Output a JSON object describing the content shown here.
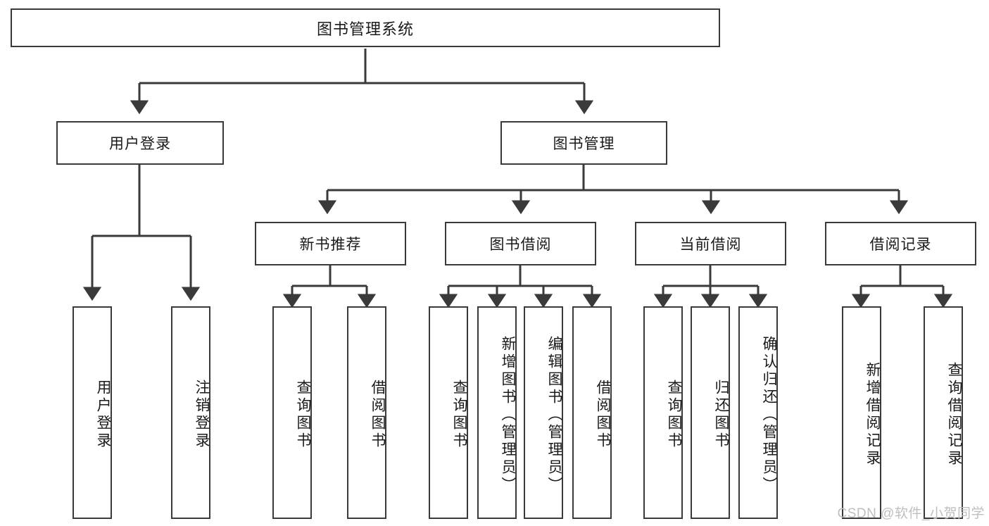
{
  "diagram": {
    "type": "tree",
    "title": "图书管理系统",
    "root": {
      "label": "图书管理系统"
    },
    "level2": [
      {
        "label": "用户登录"
      },
      {
        "label": "图书管理"
      }
    ],
    "level3": [
      {
        "label": "新书推荐"
      },
      {
        "label": "图书借阅"
      },
      {
        "label": "当前借阅"
      },
      {
        "label": "借阅记录"
      }
    ],
    "leaves": {
      "user_login": [
        {
          "label": "用户登录"
        },
        {
          "label": "注销登录"
        }
      ],
      "new_book_recommend": [
        {
          "label": "查询图书"
        },
        {
          "label": "借阅图书"
        }
      ],
      "book_borrow": [
        {
          "label": "查询图书"
        },
        {
          "label": "新增图书（管理员）"
        },
        {
          "label": "编辑图书（管理员）"
        },
        {
          "label": "借阅图书"
        }
      ],
      "current_borrow": [
        {
          "label": "查询图书"
        },
        {
          "label": "归还图书"
        },
        {
          "label": "确认归还（管理员）"
        }
      ],
      "borrow_record": [
        {
          "label": "新增借阅记录"
        },
        {
          "label": "查询借阅记录"
        }
      ]
    }
  },
  "watermark": {
    "text": "CSDN @软件_小贺同学"
  },
  "colors": {
    "border": "#3a3a3a",
    "background": "#ffffff",
    "text": "#1a1a1a",
    "watermark": "#bfbfbf"
  }
}
